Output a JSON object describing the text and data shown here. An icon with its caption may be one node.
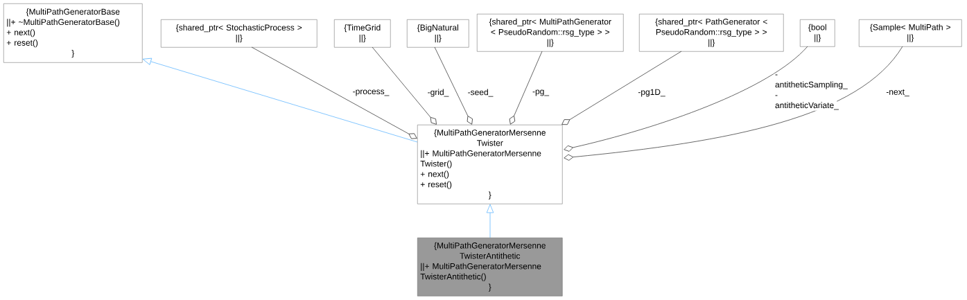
{
  "diagram": {
    "nodes": [
      {
        "text": [
          "{MultiPathGeneratorBase",
          "||+ ~MultiPathGeneratorBase()",
          "+ next()",
          "+ reset()",
          "}"
        ]
      },
      {
        "text": [
          "{shared_ptr< StochasticProcess >",
          "||}"
        ]
      },
      {
        "text": [
          "{TimeGrid",
          "||}"
        ]
      },
      {
        "text": [
          "{BigNatural",
          "||}"
        ]
      },
      {
        "text": [
          "{shared_ptr< MultiPathGenerator < PseudoRandom::rsg_type > >",
          "||}"
        ]
      },
      {
        "text": [
          "{shared_ptr< PathGenerator < PseudoRandom::rsg_type > >",
          "||}"
        ]
      },
      {
        "text": [
          "{bool",
          "||}"
        ]
      },
      {
        "text": [
          "{Sample< MultiPath >",
          "||}"
        ]
      },
      {
        "text": [
          "{MultiPathGeneratorMersenne Twister",
          "||+ MultiPathGeneratorMersenne Twister()",
          "+ next()",
          "+ reset()",
          "}"
        ]
      },
      {
        "text": [
          "{MultiPathGeneratorMersenne TwisterAntithetic",
          "||+ MultiPathGeneratorMersenne TwisterAntithetic()",
          "}"
        ]
      }
    ],
    "edges": [
      {
        "from": 8,
        "to": 0,
        "arrow": "to",
        "color": "#63b8ff"
      },
      {
        "from": 1,
        "to": 8,
        "arrow": "other",
        "label": "-process_"
      },
      {
        "from": 2,
        "to": 8,
        "arrow": "other",
        "label": "-grid_"
      },
      {
        "from": 3,
        "to": 8,
        "arrow": "other",
        "label": "-seed_"
      },
      {
        "from": 4,
        "to": 8,
        "arrow": "other",
        "label": "-pg_"
      },
      {
        "from": 5,
        "to": 8,
        "arrow": "other",
        "label": "-pg1D_"
      },
      {
        "from": 6,
        "to": 8,
        "arrow": "other",
        "label": "-antitheticSampling_ -antitheticVariate_"
      },
      {
        "from": 7,
        "to": 8,
        "arrow": "other",
        "label": "-next_"
      },
      {
        "from": 9,
        "to": 8,
        "arrow": "to",
        "color": "#63b8ff"
      }
    ]
  }
}
